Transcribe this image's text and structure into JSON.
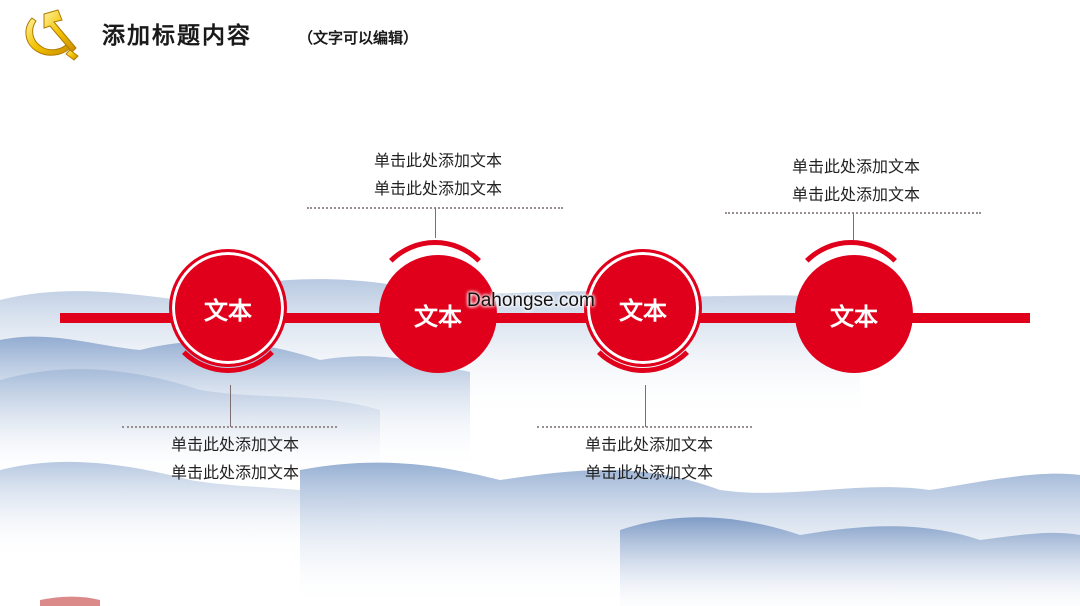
{
  "header": {
    "title": "添加标题内容",
    "subtitle": "（文字可以编辑）"
  },
  "watermark": "Dahongse.com",
  "colors": {
    "accent": "#e0001b",
    "dotted_line": "#9a8f8f",
    "emblem_gold": "#f2c200"
  },
  "timeline": {
    "nodes": [
      {
        "label": "文本",
        "text_line1": "单击此处添加文本",
        "text_line2": "单击此处添加文本"
      },
      {
        "label": "文本",
        "text_line1": "单击此处添加文本",
        "text_line2": "单击此处添加文本"
      },
      {
        "label": "文本",
        "text_line1": "单击此处添加文本",
        "text_line2": "单击此处添加文本"
      },
      {
        "label": "文本",
        "text_line1": "单击此处添加文本",
        "text_line2": "单击此处添加文本"
      }
    ]
  }
}
